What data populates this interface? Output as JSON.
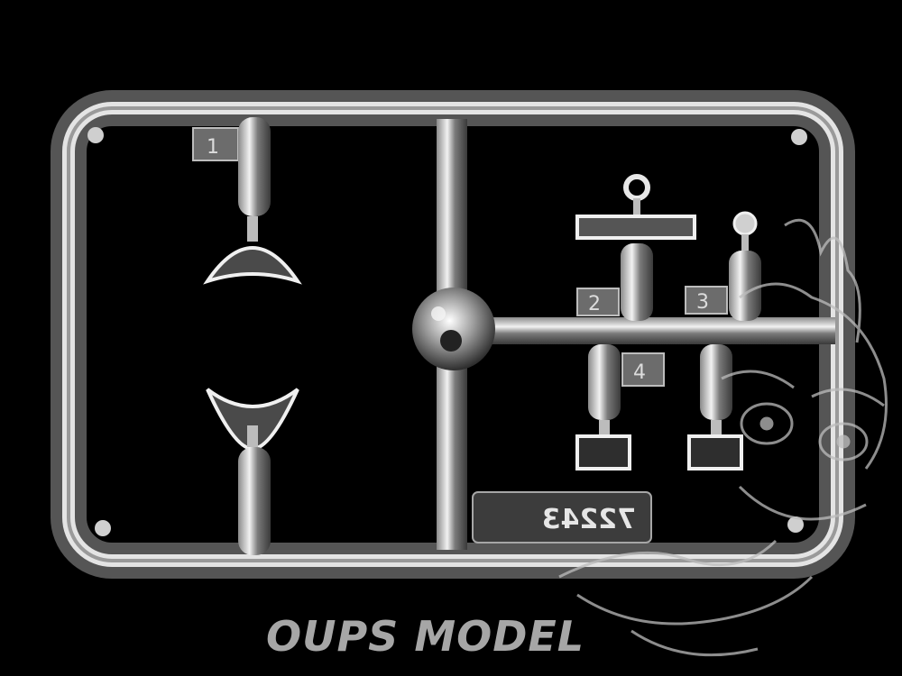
{
  "image": {
    "subject": "clear-plastic-sprue",
    "background_color": "#000000",
    "plastic_color": "#d8d8d8"
  },
  "sprue": {
    "part_numbers": [
      "1",
      "2",
      "3",
      "4"
    ],
    "mold_code": "72243"
  },
  "watermark": {
    "text": "OUPS MODEL",
    "color": "#c4c4c4"
  }
}
